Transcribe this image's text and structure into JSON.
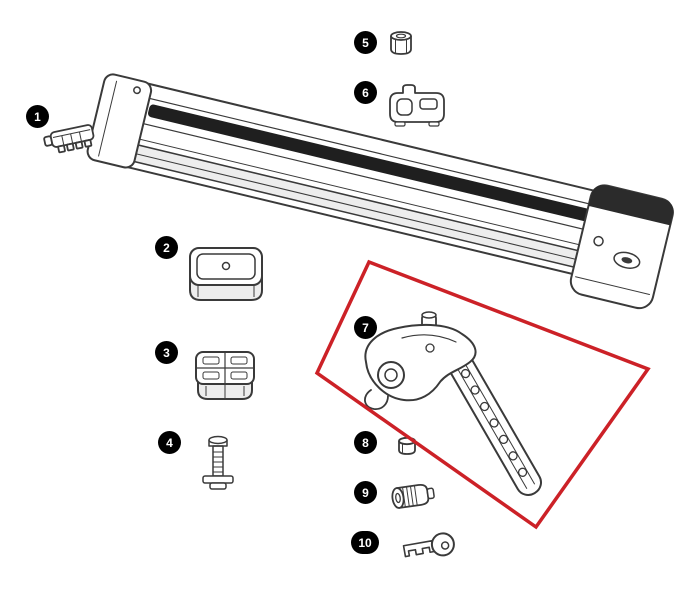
{
  "diagram": {
    "background_color": "#ffffff",
    "line_color": "#3a3a3a",
    "highlight": {
      "color": "#cc2127",
      "highlighted_part_label": "7"
    },
    "parts": [
      {
        "label": "1",
        "icon": "rail-clip-icon"
      },
      {
        "label": "2",
        "icon": "square-pad-icon"
      },
      {
        "label": "3",
        "icon": "adapter-block-icon"
      },
      {
        "label": "4",
        "icon": "t-bolt-icon"
      },
      {
        "label": "5",
        "icon": "barrel-nut-icon"
      },
      {
        "label": "6",
        "icon": "clamp-bracket-icon"
      },
      {
        "label": "7",
        "icon": "tower-with-strap-icon"
      },
      {
        "label": "8",
        "icon": "plug-icon"
      },
      {
        "label": "9",
        "icon": "lock-cylinder-icon"
      },
      {
        "label": "10",
        "icon": "key-icon"
      }
    ]
  }
}
